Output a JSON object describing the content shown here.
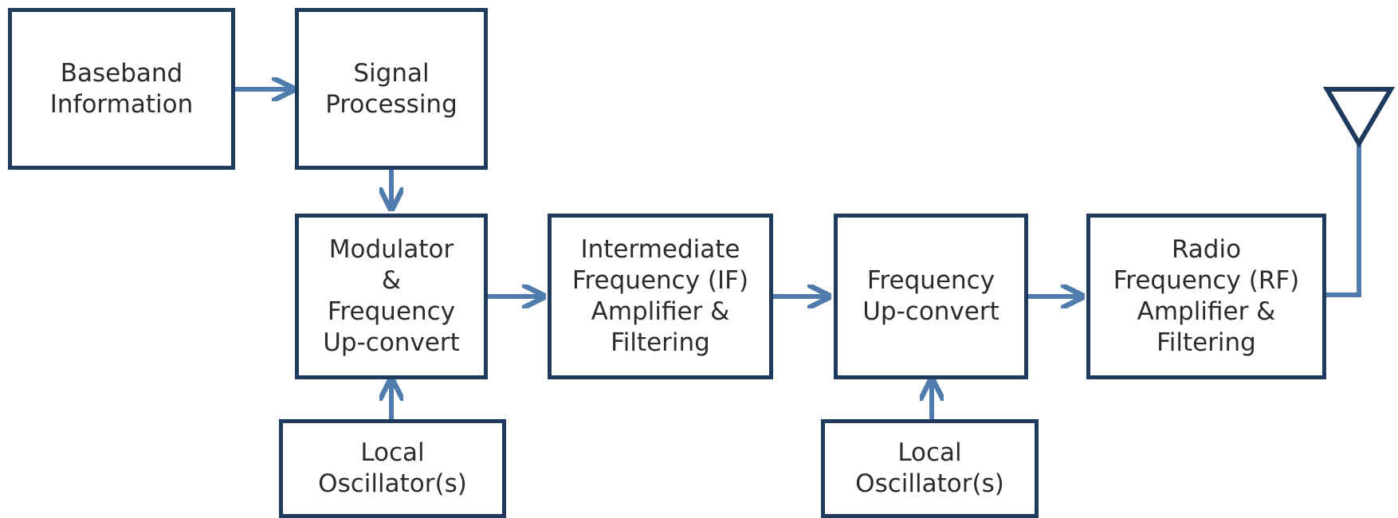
{
  "colors": {
    "block_border": "#1f3a5f",
    "connector": "#4f7cac",
    "text": "#2b2b2b"
  },
  "blocks": {
    "baseband": {
      "label": "Baseband\nInformation"
    },
    "signal_proc": {
      "label": "Signal\nProcessing"
    },
    "modulator": {
      "label": "Modulator\n&\nFrequency\nUp-convert"
    },
    "if_amp": {
      "label": "Intermediate\nFrequency (IF)\nAmplifier &\nFiltering"
    },
    "freq_upconv": {
      "label": "Frequency\nUp-convert"
    },
    "rf_amp": {
      "label": "Radio\nFrequency (RF)\nAmplifier &\nFiltering"
    },
    "lo_1": {
      "label": "Local\nOscillator(s)"
    },
    "lo_2": {
      "label": "Local\nOscillator(s)"
    }
  },
  "icons": {
    "antenna": "antenna-icon"
  }
}
